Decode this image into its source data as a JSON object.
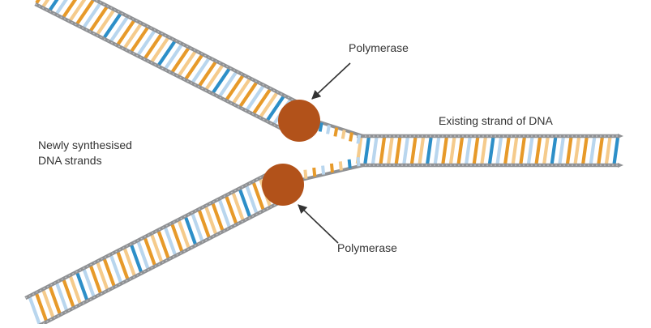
{
  "labels": {
    "polymerase_top": "Polymerase",
    "polymerase_bottom": "Polymerase",
    "existing_strand": "Existing strand of DNA",
    "newly_synthesised_line1": "Newly synthesised",
    "newly_synthesised_line2": "DNA strands"
  },
  "colors": {
    "backbone": "#8f9194",
    "backbone_light": "#c2c4c6",
    "base_orange": "#e79a2a",
    "base_peach": "#f5cb8c",
    "base_blue": "#2d8fc8",
    "base_light_blue": "#b9d6ee",
    "polymerase": "#b2521a",
    "arrow": "#333333",
    "text": "#333333"
  },
  "icons": {
    "arrow": "arrow-icon",
    "polymerase": "polymerase-enzyme-icon"
  }
}
